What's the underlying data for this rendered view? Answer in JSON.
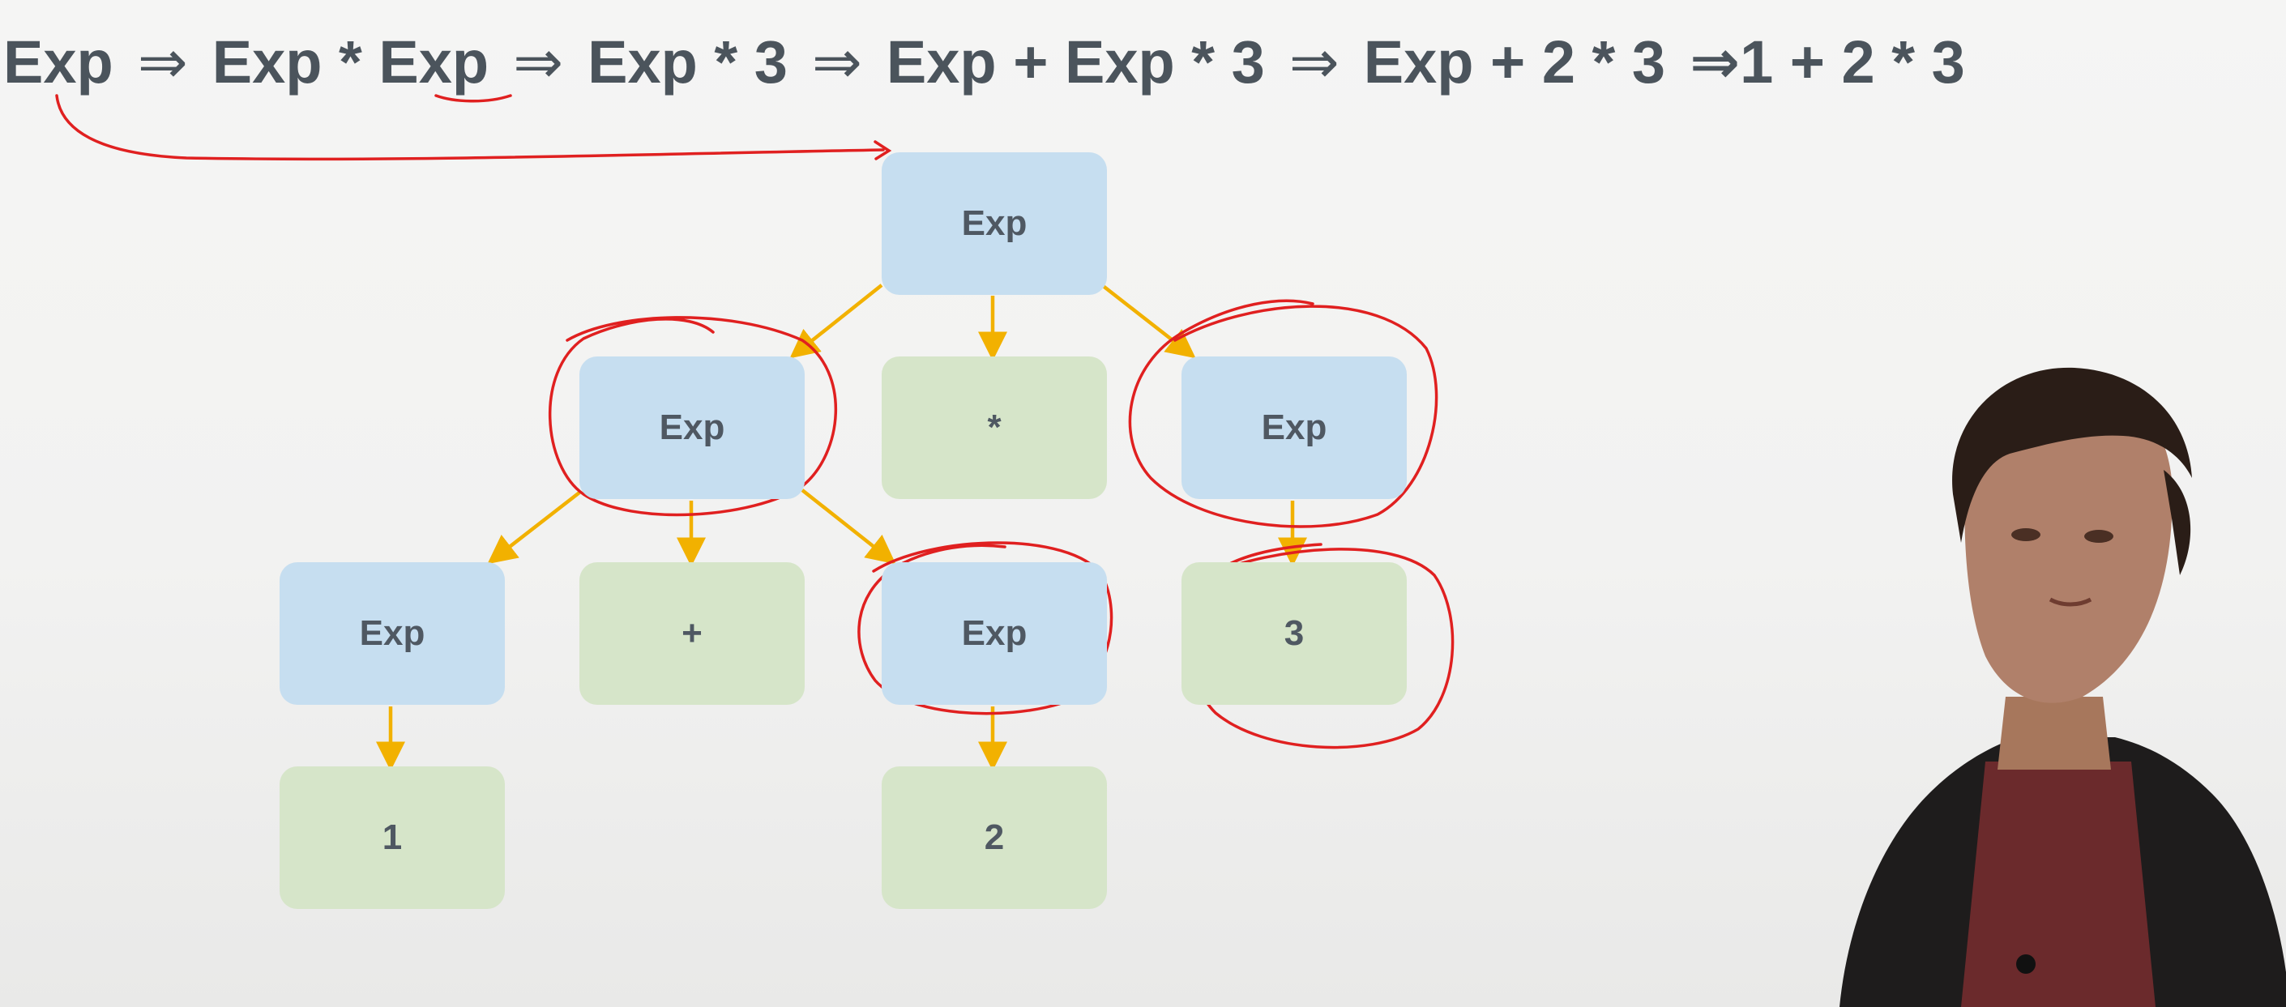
{
  "derivation": {
    "tokens": [
      "Exp",
      "⇒",
      "Exp * Exp",
      "⇒",
      "Exp * 3",
      "⇒",
      "Exp + Exp * 3",
      "⇒",
      "Exp + 2 * 3",
      "⇒1 + 2 * 3"
    ]
  },
  "tree": {
    "root": "Exp",
    "level1": [
      "Exp",
      "*",
      "Exp"
    ],
    "level2": [
      "Exp",
      "+",
      "Exp",
      "3"
    ],
    "level3": [
      "1",
      "2"
    ]
  },
  "colors": {
    "nonterminal_fill": "#c6def0",
    "terminal_fill": "#d6e5c9",
    "arrow": "#f2b100",
    "annotation": "#e02020",
    "text": "#4b545c"
  }
}
